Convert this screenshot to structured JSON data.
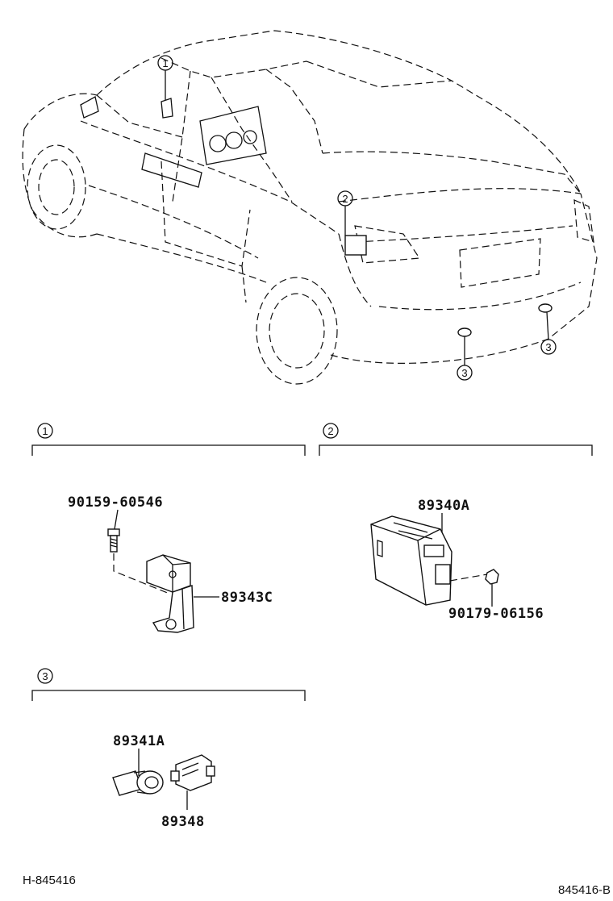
{
  "diagram": {
    "callouts": {
      "one": "1",
      "two": "2",
      "three": "3"
    },
    "sections": [
      {
        "key": "1",
        "label": "1"
      },
      {
        "key": "2",
        "label": "2"
      },
      {
        "key": "3",
        "label": "3"
      }
    ],
    "part_numbers": {
      "bolt": "90159-60546",
      "bracket_sensor": "89343C",
      "computer": "89340A",
      "nut": "90179-06156",
      "ultrasonic_sensor": "89341A",
      "retainer": "89348"
    },
    "footer": {
      "left_ref": "H-845416",
      "right_ref": "845416-B"
    }
  }
}
